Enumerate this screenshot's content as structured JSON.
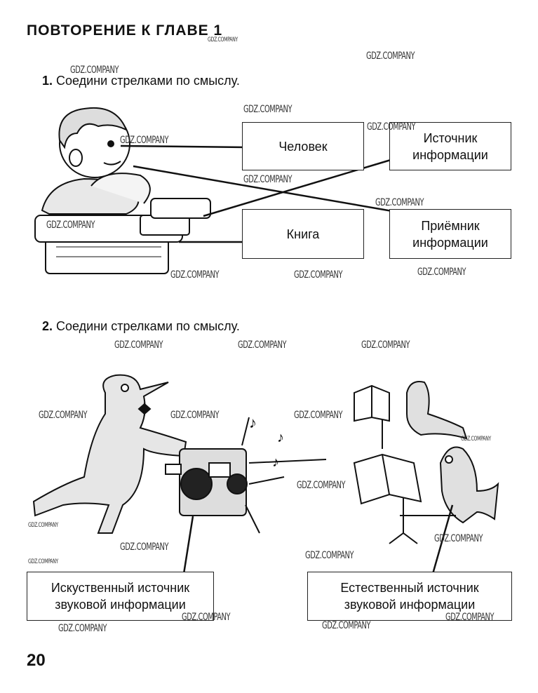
{
  "page": {
    "heading": "ПОВТОРЕНИЕ К ГЛАВЕ 1",
    "page_number": "20"
  },
  "task1": {
    "number": "1.",
    "instruction": "Соедини стрелками по смыслу.",
    "boxes": {
      "chelovek": "Человек",
      "kniga": "Книга",
      "istochnik_line1": "Источник",
      "istochnik_line2": "информации",
      "priemnik_line1": "Приёмник",
      "priemnik_line2": "информации"
    },
    "illustration": "boy-leaning-on-books"
  },
  "task2": {
    "number": "2.",
    "instruction": "Соедини стрелками по смыслу.",
    "boxes": {
      "artificial_line1": "Искуственный источник",
      "artificial_line2": "звуковой информации",
      "natural_line1": "Естественный источник",
      "natural_line2": "звуковой информации"
    },
    "illustrations": [
      "bird-with-tape-recorder",
      "birds-with-music-stand"
    ]
  },
  "watermark": "GDZ.COMPANY"
}
